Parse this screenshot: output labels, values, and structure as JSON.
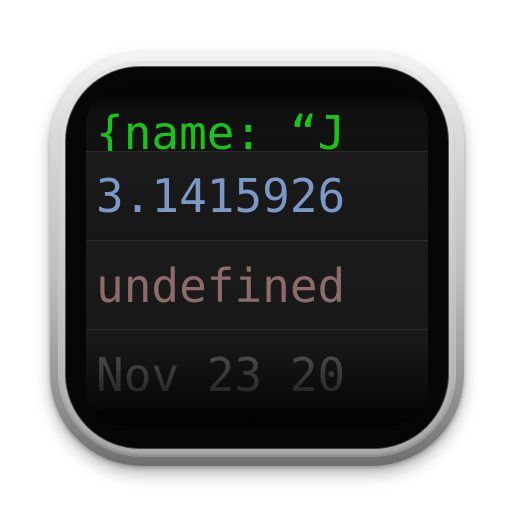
{
  "icon": {
    "rows": [
      {
        "text": "{name: “J",
        "color": "#19c419"
      },
      {
        "text": "3.1415926",
        "color": "#7b98c6"
      },
      {
        "text": "undefined",
        "color": "#8c6b6a"
      },
      {
        "text": "Nov 23 20",
        "color": "#5c5c5c"
      }
    ],
    "colors": {
      "frame": "#bdbdbd",
      "bezel": "#060606",
      "screen": "#141414"
    }
  }
}
